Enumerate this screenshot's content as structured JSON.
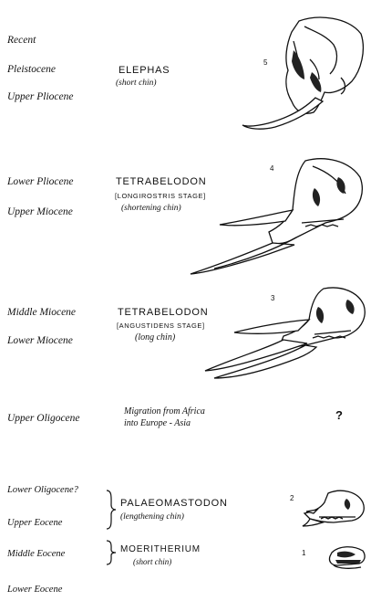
{
  "epochs": {
    "recent": "Recent",
    "pleistocene": "Pleistocene",
    "upper_pliocene": "Upper Pliocene",
    "lower_pliocene": "Lower Pliocene",
    "upper_miocene": "Upper Miocene",
    "middle_miocene": "Middle Miocene",
    "lower_miocene": "Lower Miocene",
    "upper_oligocene": "Upper Oligocene",
    "lower_oligocene": "Lower Oligocene?",
    "upper_eocene": "Upper Eocene",
    "middle_eocene": "Middle Eocene",
    "lower_eocene": "Lower Eocene"
  },
  "stages": [
    {
      "number": "5",
      "genus": "ELEPHAS",
      "stage": "",
      "chin": "(short chin)",
      "icon": "elephas-skull-icon"
    },
    {
      "number": "4",
      "genus": "TETRABELODON",
      "stage": "[LONGIROSTRIS STAGE]",
      "chin": "(shortening chin)",
      "icon": "tetrabelodon-longirostris-skull-icon"
    },
    {
      "number": "3",
      "genus": "TETRABELODON",
      "stage": "[ANGUSTIDENS STAGE]",
      "chin": "(long chin)",
      "icon": "tetrabelodon-angustidens-skull-icon"
    },
    {
      "number": "2",
      "genus": "PALAEOMASTODON",
      "stage": "",
      "chin": "(lengthening chin)",
      "icon": "palaeomastodon-skull-icon"
    },
    {
      "number": "1",
      "genus": "MOERITHERIUM",
      "stage": "",
      "chin": "(short chin)",
      "icon": "moeritherium-skull-icon"
    }
  ],
  "migration": {
    "line1": "Migration from Africa",
    "line2": "into Europe - Asia",
    "question_mark": "?"
  }
}
